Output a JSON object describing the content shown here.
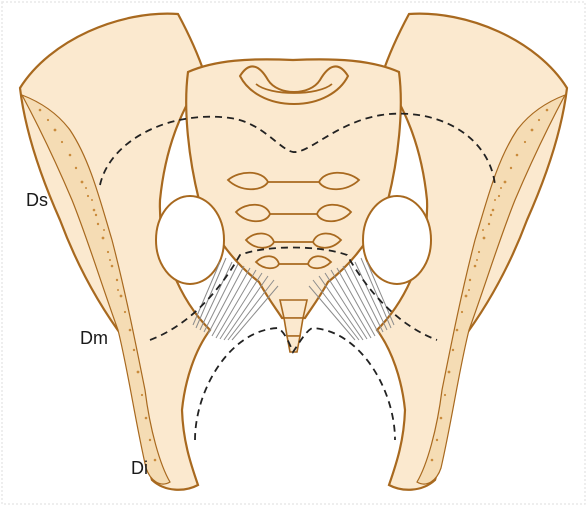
{
  "labels": {
    "ds": "Ds",
    "dm": "Dm",
    "di": "Di"
  },
  "colors": {
    "bone_fill": "#fbe9cf",
    "bone_outline": "#a8691f",
    "cortical_band": "#f5dcb4",
    "speckle": "#c98b3c",
    "ligament": "#8c8c8c",
    "dashed_line": "#222222",
    "label_text": "#1a1a1a"
  }
}
